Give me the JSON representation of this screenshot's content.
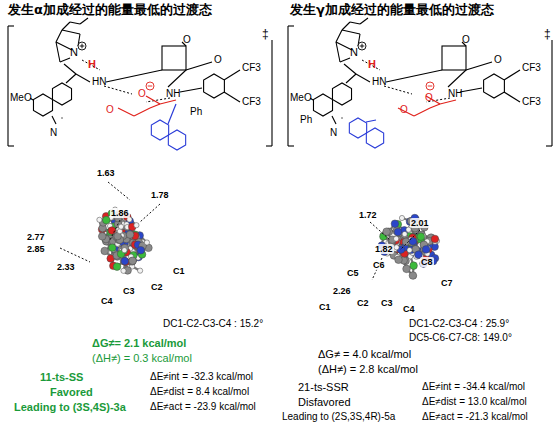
{
  "diagram": {
    "labels": [
      "发生α加成经过的能量最低的过渡态",
      "‡",
      "N",
      "H",
      "MeO",
      "N",
      "HN",
      "NH",
      "O",
      "O",
      "O",
      "O",
      "Ph",
      "CF3",
      "CF3",
      "1.63",
      "1.78",
      "1.86",
      "2.77",
      "2.85",
      "2.33",
      "C1",
      "C2",
      "C3",
      "C4",
      "DC1-C2-C3-C4 : 15.2°",
      "ΔG≠= 2.1 kcal/mol",
      "(ΔH≠) = 0.3 kcal/mol",
      "11-ts-SS",
      "Favored",
      "Leading to (3S,4S)-3a",
      "ΔE≠int = -32.3 kcal/mol",
      "ΔE≠dist = 8.4 kcal/mol",
      "ΔE≠act = -23.9 kcal/mol",
      "发生γ加成经过的能量最低的过渡态",
      "‡",
      "N",
      "H",
      "MeO",
      "N",
      "HN",
      "NH",
      "O",
      "O",
      "O",
      "O",
      "Ph",
      "CF3",
      "CF3",
      "1.72",
      "2.01",
      "1.82",
      "C6",
      "C8",
      "C5",
      "C7",
      "2.26",
      "C1",
      "C2",
      "C3",
      "C4",
      "DC1-C2-C3-C4 : 25.9°",
      "DC5-C6-C7-C8: 149.0°",
      "ΔG≠ = 4.0 kcal/mol",
      "(ΔH≠) = 2.8 kcal/mol",
      "21-ts-SSR",
      "Disfavored",
      "Leading to (2S,3S,4R)-5a",
      "ΔE≠int = -34.4 kcal/mol",
      "ΔE≠dist = 13.0 kcal/mol",
      "ΔE≠act = -21.3 kcal/mol"
    ]
  }
}
